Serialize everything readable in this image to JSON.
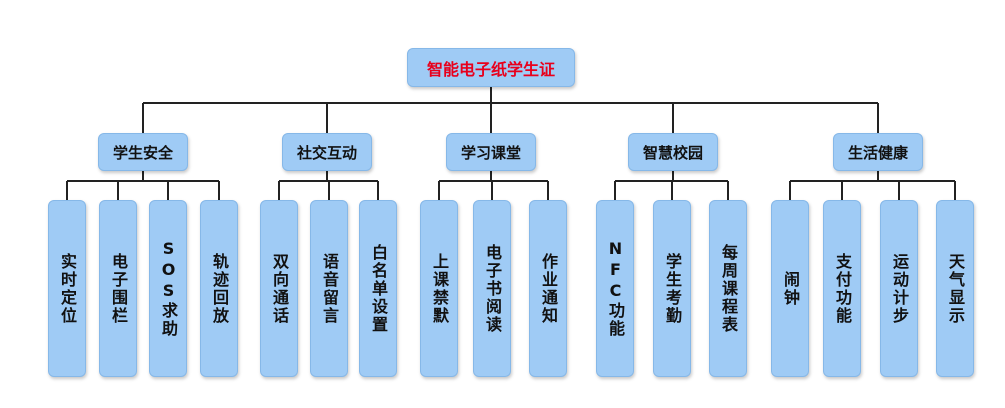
{
  "root": {
    "label": "智能电子纸学生证"
  },
  "categories": [
    {
      "label": "学生安全",
      "items": [
        "实时定位",
        "电子围栏",
        "SOS求助",
        "轨迹回放"
      ]
    },
    {
      "label": "社交互动",
      "items": [
        "双向通话",
        "语音留言",
        "白名单设置"
      ]
    },
    {
      "label": "学习课堂",
      "items": [
        "上课禁默",
        "电子书阅读",
        "作业通知"
      ]
    },
    {
      "label": "智慧校园",
      "items": [
        "NFC功能",
        "学生考勤",
        "每周课程表"
      ]
    },
    {
      "label": "生活健康",
      "items": [
        "闹钟",
        "支付功能",
        "运动计步",
        "天气显示"
      ]
    }
  ],
  "colors": {
    "box_fill": "#9fcbf5",
    "box_border": "#86b8e8",
    "root_text": "#e8001c",
    "line": "#222222"
  }
}
